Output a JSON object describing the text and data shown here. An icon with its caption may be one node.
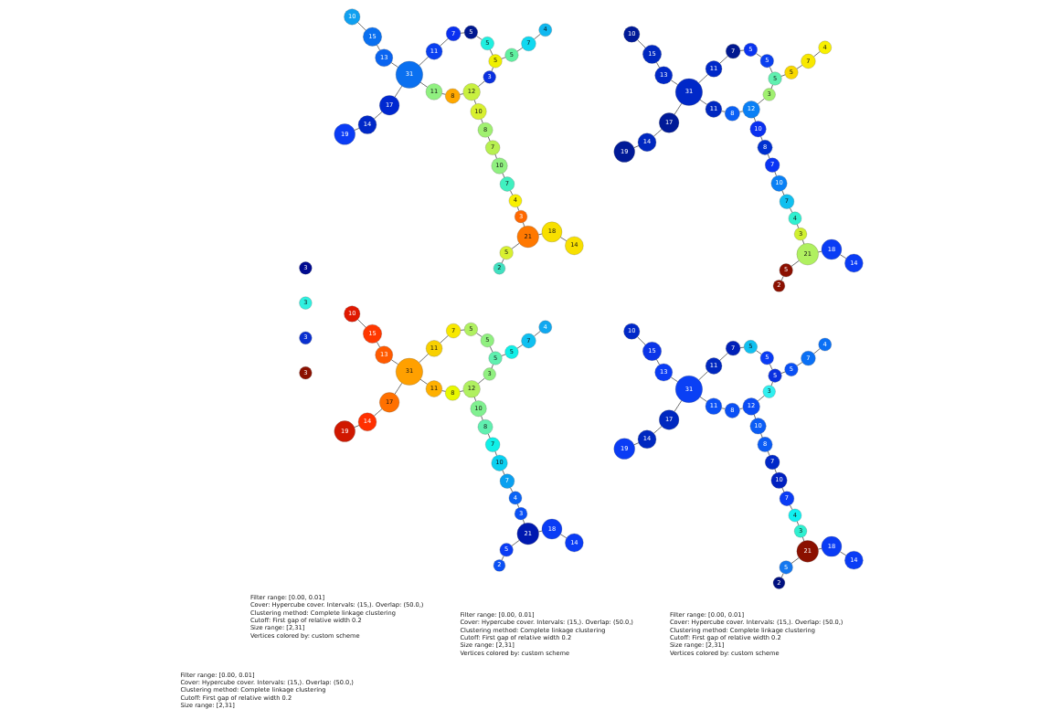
{
  "diagram": {
    "nodes": [
      {
        "text": [
          "14"
        ]
      },
      {
        "text": [
          "18"
        ]
      },
      {
        "text": [
          "21"
        ]
      },
      {
        "text": [
          "5"
        ]
      },
      {
        "text": [
          "2"
        ]
      },
      {
        "text": [
          "3"
        ]
      },
      {
        "text": [
          "4"
        ]
      },
      {
        "text": [
          "7"
        ]
      },
      {
        "text": [
          "10"
        ]
      },
      {
        "text": [
          "7"
        ]
      },
      {
        "text": [
          "8"
        ]
      },
      {
        "text": [
          "10"
        ]
      },
      {
        "text": [
          "12"
        ]
      },
      {
        "text": [
          "3"
        ]
      },
      {
        "text": [
          "5"
        ]
      },
      {
        "text": [
          "5"
        ]
      },
      {
        "text": [
          "7"
        ]
      },
      {
        "text": [
          "4"
        ]
      },
      {
        "text": [
          "5"
        ]
      },
      {
        "text": [
          "5"
        ]
      },
      {
        "text": [
          "7"
        ]
      },
      {
        "text": [
          "11"
        ]
      },
      {
        "text": [
          "8"
        ]
      },
      {
        "text": [
          "11"
        ]
      },
      {
        "text": [
          "31"
        ]
      },
      {
        "text": [
          "17"
        ]
      },
      {
        "text": [
          "14"
        ]
      },
      {
        "text": [
          "19"
        ]
      },
      {
        "text": [
          "13"
        ]
      },
      {
        "text": [
          "15"
        ]
      },
      {
        "text": [
          "10"
        ]
      },
      {
        "text": [
          "3"
        ]
      },
      {
        "text": [
          "14"
        ]
      },
      {
        "text": [
          "18"
        ]
      },
      {
        "text": [
          "21"
        ]
      },
      {
        "text": [
          "5"
        ]
      },
      {
        "text": [
          "2"
        ]
      },
      {
        "text": [
          "3"
        ]
      },
      {
        "text": [
          "4"
        ]
      },
      {
        "text": [
          "7"
        ]
      },
      {
        "text": [
          "10"
        ]
      },
      {
        "text": [
          "7"
        ]
      },
      {
        "text": [
          "8"
        ]
      },
      {
        "text": [
          "10"
        ]
      },
      {
        "text": [
          "12"
        ]
      },
      {
        "text": [
          "3"
        ]
      },
      {
        "text": [
          "5"
        ]
      },
      {
        "text": [
          "5"
        ]
      },
      {
        "text": [
          "7"
        ]
      },
      {
        "text": [
          "4"
        ]
      },
      {
        "text": [
          "5"
        ]
      },
      {
        "text": [
          "5"
        ]
      },
      {
        "text": [
          "7"
        ]
      },
      {
        "text": [
          "11"
        ]
      },
      {
        "text": [
          "8"
        ]
      },
      {
        "text": [
          "11"
        ]
      },
      {
        "text": [
          "31"
        ]
      },
      {
        "text": [
          "17"
        ]
      },
      {
        "text": [
          "14"
        ]
      },
      {
        "text": [
          "19"
        ]
      },
      {
        "text": [
          "13"
        ]
      },
      {
        "text": [
          "15"
        ]
      },
      {
        "text": [
          "10"
        ]
      },
      {
        "text": [
          "3"
        ]
      },
      {
        "text": [
          "14"
        ]
      },
      {
        "text": [
          "18"
        ]
      },
      {
        "text": [
          "21"
        ]
      },
      {
        "text": [
          "5"
        ]
      },
      {
        "text": [
          "2"
        ]
      },
      {
        "text": [
          "3"
        ]
      },
      {
        "text": [
          "4"
        ]
      },
      {
        "text": [
          "7"
        ]
      },
      {
        "text": [
          "10"
        ]
      },
      {
        "text": [
          "7"
        ]
      },
      {
        "text": [
          "8"
        ]
      },
      {
        "text": [
          "10"
        ]
      },
      {
        "text": [
          "12"
        ]
      },
      {
        "text": [
          "3"
        ]
      },
      {
        "text": [
          "5"
        ]
      },
      {
        "text": [
          "5"
        ]
      },
      {
        "text": [
          "7"
        ]
      },
      {
        "text": [
          "4"
        ]
      },
      {
        "text": [
          "5"
        ]
      },
      {
        "text": [
          "5"
        ]
      },
      {
        "text": [
          "7"
        ]
      },
      {
        "text": [
          "11"
        ]
      },
      {
        "text": [
          "8"
        ]
      },
      {
        "text": [
          "11"
        ]
      },
      {
        "text": [
          "31"
        ]
      },
      {
        "text": [
          "17"
        ]
      },
      {
        "text": [
          "14"
        ]
      },
      {
        "text": [
          "19"
        ]
      },
      {
        "text": [
          "13"
        ]
      },
      {
        "text": [
          "15"
        ]
      },
      {
        "text": [
          "10"
        ]
      },
      {
        "text": [
          "3"
        ]
      },
      {
        "text": [
          "14"
        ]
      },
      {
        "text": [
          "18"
        ]
      },
      {
        "text": [
          "21"
        ]
      },
      {
        "text": [
          "5"
        ]
      },
      {
        "text": [
          "2"
        ]
      },
      {
        "text": [
          "3"
        ]
      },
      {
        "text": [
          "4"
        ]
      },
      {
        "text": [
          "7"
        ]
      },
      {
        "text": [
          "10"
        ]
      },
      {
        "text": [
          "7"
        ]
      },
      {
        "text": [
          "8"
        ]
      },
      {
        "text": [
          "10"
        ]
      },
      {
        "text": [
          "12"
        ]
      },
      {
        "text": [
          "3"
        ]
      },
      {
        "text": [
          "5"
        ]
      },
      {
        "text": [
          "5"
        ]
      },
      {
        "text": [
          "7"
        ]
      },
      {
        "text": [
          "4"
        ]
      },
      {
        "text": [
          "5"
        ]
      },
      {
        "text": [
          "5"
        ]
      },
      {
        "text": [
          "7"
        ]
      },
      {
        "text": [
          "11"
        ]
      },
      {
        "text": [
          "8"
        ]
      },
      {
        "text": [
          "11"
        ]
      },
      {
        "text": [
          "31"
        ]
      },
      {
        "text": [
          "17"
        ]
      },
      {
        "text": [
          "14"
        ]
      },
      {
        "text": [
          "19"
        ]
      },
      {
        "text": [
          "13"
        ]
      },
      {
        "text": [
          "15"
        ]
      },
      {
        "text": [
          "10"
        ]
      },
      {
        "text": [
          "3"
        ]
      }
    ],
    "edges": [
      {
        "from": 0,
        "to": 1,
        "arrow": "none"
      },
      {
        "from": 1,
        "to": 2,
        "arrow": "none"
      },
      {
        "from": 2,
        "to": 3,
        "arrow": "none"
      },
      {
        "from": 3,
        "to": 4,
        "arrow": "none"
      },
      {
        "from": 2,
        "to": 5,
        "arrow": "none"
      },
      {
        "from": 5,
        "to": 6,
        "arrow": "none"
      },
      {
        "from": 6,
        "to": 7,
        "arrow": "none"
      },
      {
        "from": 7,
        "to": 8,
        "arrow": "none"
      },
      {
        "from": 8,
        "to": 9,
        "arrow": "none"
      },
      {
        "from": 9,
        "to": 10,
        "arrow": "none"
      },
      {
        "from": 10,
        "to": 11,
        "arrow": "none"
      },
      {
        "from": 11,
        "to": 12,
        "arrow": "none"
      },
      {
        "from": 12,
        "to": 13,
        "arrow": "none"
      },
      {
        "from": 13,
        "to": 14,
        "arrow": "none"
      },
      {
        "from": 14,
        "to": 15,
        "arrow": "none"
      },
      {
        "from": 15,
        "to": 16,
        "arrow": "none"
      },
      {
        "from": 16,
        "to": 17,
        "arrow": "none"
      },
      {
        "from": 14,
        "to": 18,
        "arrow": "none"
      },
      {
        "from": 18,
        "to": 19,
        "arrow": "none"
      },
      {
        "from": 19,
        "to": 20,
        "arrow": "none"
      },
      {
        "from": 20,
        "to": 21,
        "arrow": "none"
      },
      {
        "from": 21,
        "to": 24,
        "arrow": "none"
      },
      {
        "from": 12,
        "to": 22,
        "arrow": "none"
      },
      {
        "from": 22,
        "to": 23,
        "arrow": "none"
      },
      {
        "from": 23,
        "to": 24,
        "arrow": "none"
      },
      {
        "from": 24,
        "to": 25,
        "arrow": "none"
      },
      {
        "from": 25,
        "to": 26,
        "arrow": "none"
      },
      {
        "from": 26,
        "to": 27,
        "arrow": "none"
      },
      {
        "from": 24,
        "to": 28,
        "arrow": "none"
      },
      {
        "from": 28,
        "to": 29,
        "arrow": "none"
      },
      {
        "from": 29,
        "to": 30,
        "arrow": "none"
      },
      {
        "from": 32,
        "to": 33,
        "arrow": "none"
      },
      {
        "from": 33,
        "to": 34,
        "arrow": "none"
      },
      {
        "from": 34,
        "to": 35,
        "arrow": "none"
      },
      {
        "from": 35,
        "to": 36,
        "arrow": "none"
      },
      {
        "from": 34,
        "to": 37,
        "arrow": "none"
      },
      {
        "from": 37,
        "to": 38,
        "arrow": "none"
      },
      {
        "from": 38,
        "to": 39,
        "arrow": "none"
      },
      {
        "from": 39,
        "to": 40,
        "arrow": "none"
      },
      {
        "from": 40,
        "to": 41,
        "arrow": "none"
      },
      {
        "from": 41,
        "to": 42,
        "arrow": "none"
      },
      {
        "from": 42,
        "to": 43,
        "arrow": "none"
      },
      {
        "from": 43,
        "to": 44,
        "arrow": "none"
      },
      {
        "from": 44,
        "to": 45,
        "arrow": "none"
      },
      {
        "from": 45,
        "to": 46,
        "arrow": "none"
      },
      {
        "from": 46,
        "to": 47,
        "arrow": "none"
      },
      {
        "from": 47,
        "to": 48,
        "arrow": "none"
      },
      {
        "from": 48,
        "to": 49,
        "arrow": "none"
      },
      {
        "from": 46,
        "to": 50,
        "arrow": "none"
      },
      {
        "from": 50,
        "to": 51,
        "arrow": "none"
      },
      {
        "from": 51,
        "to": 52,
        "arrow": "none"
      },
      {
        "from": 52,
        "to": 53,
        "arrow": "none"
      },
      {
        "from": 53,
        "to": 56,
        "arrow": "none"
      },
      {
        "from": 44,
        "to": 54,
        "arrow": "none"
      },
      {
        "from": 54,
        "to": 55,
        "arrow": "none"
      },
      {
        "from": 55,
        "to": 56,
        "arrow": "none"
      },
      {
        "from": 56,
        "to": 57,
        "arrow": "none"
      },
      {
        "from": 57,
        "to": 58,
        "arrow": "none"
      },
      {
        "from": 58,
        "to": 59,
        "arrow": "none"
      },
      {
        "from": 56,
        "to": 60,
        "arrow": "none"
      },
      {
        "from": 60,
        "to": 61,
        "arrow": "none"
      },
      {
        "from": 61,
        "to": 62,
        "arrow": "none"
      },
      {
        "from": 64,
        "to": 65,
        "arrow": "none"
      },
      {
        "from": 65,
        "to": 66,
        "arrow": "none"
      },
      {
        "from": 66,
        "to": 67,
        "arrow": "none"
      },
      {
        "from": 67,
        "to": 68,
        "arrow": "none"
      },
      {
        "from": 66,
        "to": 69,
        "arrow": "none"
      },
      {
        "from": 69,
        "to": 70,
        "arrow": "none"
      },
      {
        "from": 70,
        "to": 71,
        "arrow": "none"
      },
      {
        "from": 71,
        "to": 72,
        "arrow": "none"
      },
      {
        "from": 72,
        "to": 73,
        "arrow": "none"
      },
      {
        "from": 73,
        "to": 74,
        "arrow": "none"
      },
      {
        "from": 74,
        "to": 75,
        "arrow": "none"
      },
      {
        "from": 75,
        "to": 76,
        "arrow": "none"
      },
      {
        "from": 76,
        "to": 77,
        "arrow": "none"
      },
      {
        "from": 77,
        "to": 78,
        "arrow": "none"
      },
      {
        "from": 78,
        "to": 79,
        "arrow": "none"
      },
      {
        "from": 79,
        "to": 80,
        "arrow": "none"
      },
      {
        "from": 80,
        "to": 81,
        "arrow": "none"
      },
      {
        "from": 78,
        "to": 82,
        "arrow": "none"
      },
      {
        "from": 82,
        "to": 83,
        "arrow": "none"
      },
      {
        "from": 83,
        "to": 84,
        "arrow": "none"
      },
      {
        "from": 84,
        "to": 85,
        "arrow": "none"
      },
      {
        "from": 85,
        "to": 88,
        "arrow": "none"
      },
      {
        "from": 76,
        "to": 86,
        "arrow": "none"
      },
      {
        "from": 86,
        "to": 87,
        "arrow": "none"
      },
      {
        "from": 87,
        "to": 88,
        "arrow": "none"
      },
      {
        "from": 88,
        "to": 89,
        "arrow": "none"
      },
      {
        "from": 89,
        "to": 90,
        "arrow": "none"
      },
      {
        "from": 90,
        "to": 91,
        "arrow": "none"
      },
      {
        "from": 88,
        "to": 92,
        "arrow": "none"
      },
      {
        "from": 92,
        "to": 93,
        "arrow": "none"
      },
      {
        "from": 93,
        "to": 94,
        "arrow": "none"
      },
      {
        "from": 96,
        "to": 97,
        "arrow": "none"
      },
      {
        "from": 97,
        "to": 98,
        "arrow": "none"
      },
      {
        "from": 98,
        "to": 99,
        "arrow": "none"
      },
      {
        "from": 99,
        "to": 100,
        "arrow": "none"
      },
      {
        "from": 98,
        "to": 101,
        "arrow": "none"
      },
      {
        "from": 101,
        "to": 102,
        "arrow": "none"
      },
      {
        "from": 102,
        "to": 103,
        "arrow": "none"
      },
      {
        "from": 103,
        "to": 104,
        "arrow": "none"
      },
      {
        "from": 104,
        "to": 105,
        "arrow": "none"
      },
      {
        "from": 105,
        "to": 106,
        "arrow": "none"
      },
      {
        "from": 106,
        "to": 107,
        "arrow": "none"
      },
      {
        "from": 107,
        "to": 108,
        "arrow": "none"
      },
      {
        "from": 108,
        "to": 109,
        "arrow": "none"
      },
      {
        "from": 109,
        "to": 110,
        "arrow": "none"
      },
      {
        "from": 110,
        "to": 111,
        "arrow": "none"
      },
      {
        "from": 111,
        "to": 112,
        "arrow": "none"
      },
      {
        "from": 112,
        "to": 113,
        "arrow": "none"
      },
      {
        "from": 110,
        "to": 114,
        "arrow": "none"
      },
      {
        "from": 114,
        "to": 115,
        "arrow": "none"
      },
      {
        "from": 115,
        "to": 116,
        "arrow": "none"
      },
      {
        "from": 116,
        "to": 117,
        "arrow": "none"
      },
      {
        "from": 117,
        "to": 120,
        "arrow": "none"
      },
      {
        "from": 108,
        "to": 118,
        "arrow": "none"
      },
      {
        "from": 118,
        "to": 119,
        "arrow": "none"
      },
      {
        "from": 119,
        "to": 120,
        "arrow": "none"
      },
      {
        "from": 120,
        "to": 121,
        "arrow": "none"
      },
      {
        "from": 121,
        "to": 122,
        "arrow": "none"
      },
      {
        "from": 122,
        "to": 123,
        "arrow": "none"
      },
      {
        "from": 120,
        "to": 124,
        "arrow": "none"
      },
      {
        "from": 124,
        "to": 125,
        "arrow": "none"
      },
      {
        "from": 125,
        "to": 126,
        "arrow": "none"
      }
    ],
    "labels": [
      "Filter range: [0.00, 0.01]",
      "Cover: Hypercube cover. Intervals: (15,). Overlap: (50.0,)",
      "Clustering method: Complete linkage clustering",
      "Cutoff: First gap of relative width 0.2",
      "Size range: [2,31]",
      "Filter range: [0.00, 0.01]",
      "Cover: Hypercube cover. Intervals: (15,). Overlap: (50.0,)",
      "Clustering method: Complete linkage clustering",
      "Cutoff: First gap of relative width 0.2",
      "Size range: [2,31]",
      "Vertices colored by: custom scheme",
      "Filter range: [0.00, 0.01]",
      "Cover: Hypercube cover. Intervals: (15,). Overlap: (50.0,)",
      "Clustering method: Complete linkage clustering",
      "Cutoff: First gap of relative width 0.2",
      "Size range: [2,31]",
      "Vertices colored by: custom scheme",
      "Filter range: [0.00, 0.01]",
      "Cover: Hypercube cover. Intervals: (15,). Overlap: (50.0,)",
      "Clustering method: Complete linkage clustering",
      "Cutoff: First gap of relative width 0.2",
      "Size range: [2,31]",
      "Vertices colored by: custom scheme"
    ]
  }
}
